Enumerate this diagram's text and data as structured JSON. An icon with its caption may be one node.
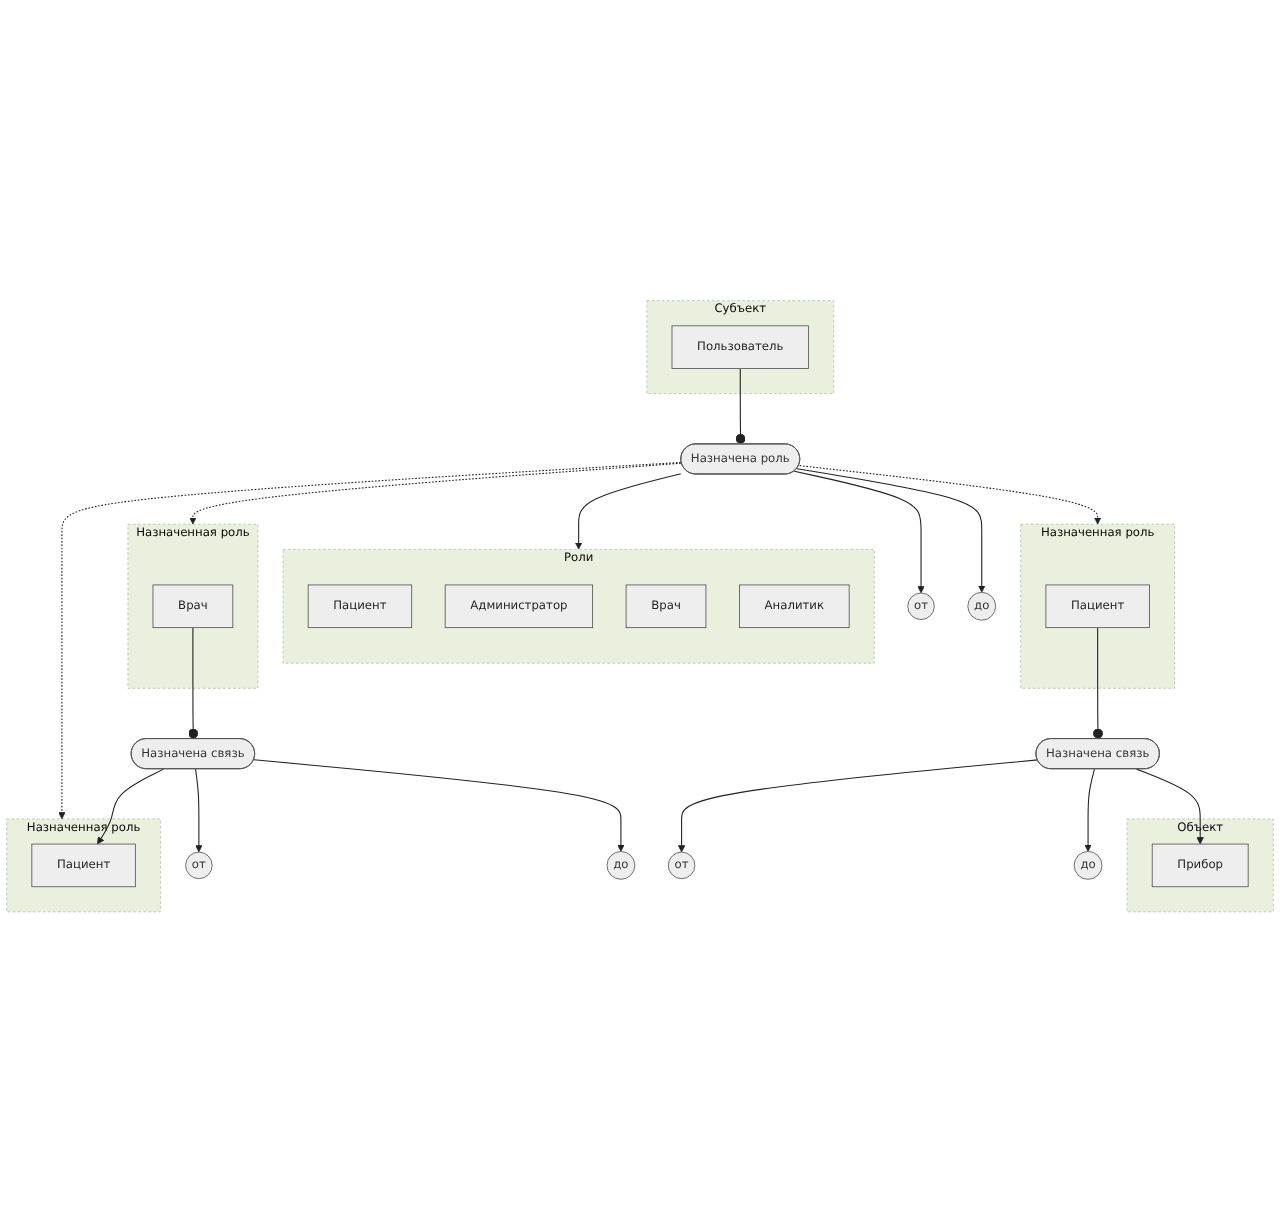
{
  "diagram": {
    "nodes": [
      {
        "text": [
          "Субъект"
        ]
      },
      {
        "text": [
          "Пользователь"
        ],
        "in": 0
      },
      {
        "text": [
          "Назначена роль"
        ]
      },
      {
        "text": [
          "от"
        ]
      },
      {
        "text": [
          "до"
        ]
      },
      {
        "text": [
          "Роли"
        ]
      },
      {
        "text": [
          "Пациент"
        ],
        "in": 5
      },
      {
        "text": [
          "Администратор"
        ],
        "in": 5
      },
      {
        "text": [
          "Врач"
        ],
        "in": 5
      },
      {
        "text": [
          "Аналитик"
        ],
        "in": 5
      },
      {
        "text": [
          "Назначенная роль"
        ]
      },
      {
        "text": [
          "Врач"
        ],
        "in": 10
      },
      {
        "text": [
          "Назначена связь"
        ]
      },
      {
        "text": [
          "Назначенная роль"
        ]
      },
      {
        "text": [
          "Пациент"
        ],
        "in": 13
      },
      {
        "text": [
          "от"
        ]
      },
      {
        "text": [
          "до"
        ]
      },
      {
        "text": [
          "Назначенная роль"
        ]
      },
      {
        "text": [
          "Пациент"
        ],
        "in": 17
      },
      {
        "text": [
          "Назначена связь"
        ]
      },
      {
        "text": [
          "Объект"
        ]
      },
      {
        "text": [
          "Прибор"
        ],
        "in": 20
      },
      {
        "text": [
          "от"
        ]
      },
      {
        "text": [
          "до"
        ]
      }
    ],
    "edges": [
      {
        "from": 1,
        "to": 2,
        "arrow": "other"
      },
      {
        "from": 2,
        "to": 3,
        "arrow": "to"
      },
      {
        "from": 2,
        "to": 4,
        "arrow": "to"
      },
      {
        "from": 2,
        "to": 5,
        "arrow": "to"
      },
      {
        "from": 2,
        "to": 10,
        "arrow": "to",
        "style": "dashed"
      },
      {
        "from": 2,
        "to": 13,
        "arrow": "to",
        "style": "dashed"
      },
      {
        "from": 2,
        "to": 17,
        "arrow": "to",
        "style": "dashed"
      },
      {
        "from": 11,
        "to": 12,
        "arrow": "other"
      },
      {
        "from": 12,
        "to": 14,
        "arrow": "to"
      },
      {
        "from": 12,
        "to": 15,
        "arrow": "to"
      },
      {
        "from": 12,
        "to": 16,
        "arrow": "to"
      },
      {
        "from": 18,
        "to": 19,
        "arrow": "other"
      },
      {
        "from": 19,
        "to": 21,
        "arrow": "to"
      },
      {
        "from": 19,
        "to": 22,
        "arrow": "to"
      },
      {
        "from": 19,
        "to": 23,
        "arrow": "to"
      }
    ]
  }
}
